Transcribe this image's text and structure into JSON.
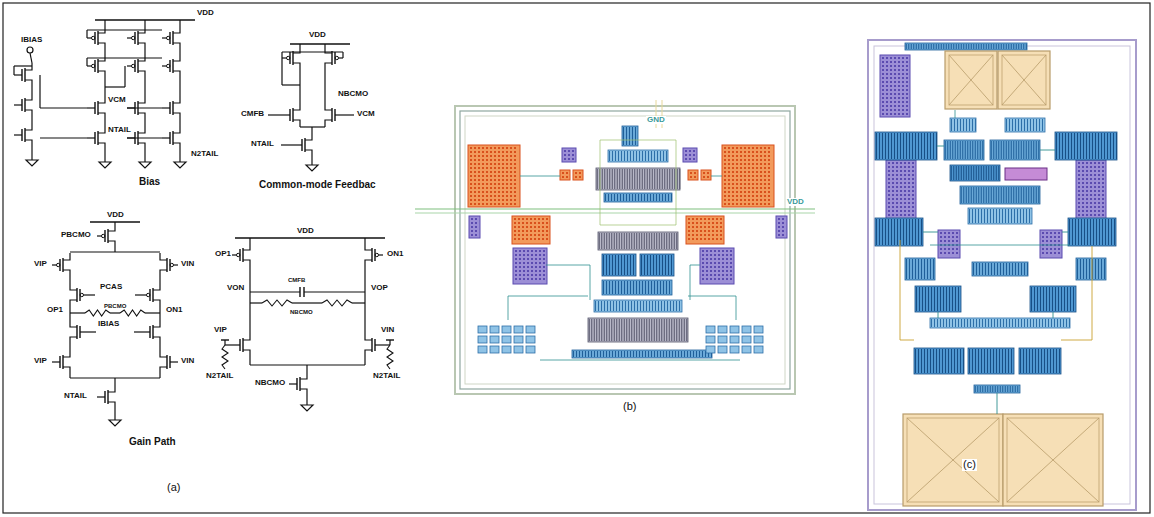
{
  "diagram": {
    "labels": [
      "IBIAS",
      "VDD",
      "VCM",
      "NTAIL",
      "N2TAIL",
      "Bias",
      "VDD",
      "CMFB",
      "NBCMO",
      "VCM",
      "NTAIL",
      "Common-mode Feedbac",
      "PBCMO",
      "VDD",
      "VIP",
      "VIN",
      "PCAS",
      "PBCMO",
      "OP1",
      "ON1",
      "IBIAS",
      "VIP",
      "VIN",
      "NTAIL",
      "Gain Path",
      "VDD",
      "OP1",
      "ON1",
      "VON",
      "VOP",
      "CMFB",
      "NBCMO",
      "VIP",
      "VIN",
      "N2TAIL",
      "NBCMO",
      "N2TAIL",
      "(a)",
      "GND",
      "VDD",
      "(b)",
      "(c)"
    ]
  }
}
